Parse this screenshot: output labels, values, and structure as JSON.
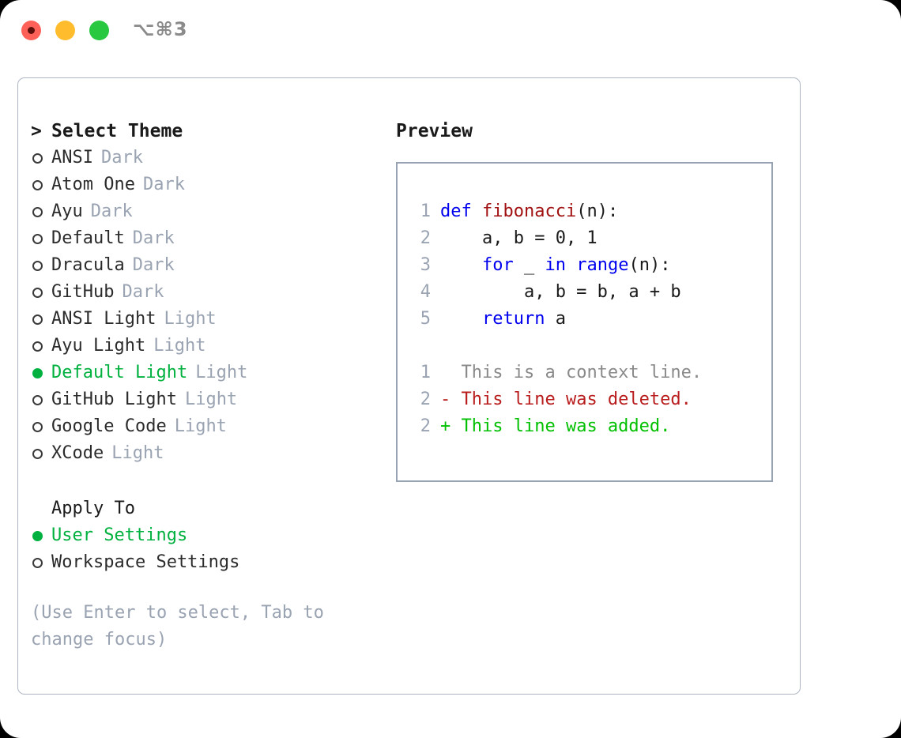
{
  "window": {
    "shortcut": "⌥⌘3",
    "traffic_lights": [
      "close-red",
      "minimize-yellow",
      "zoom-green"
    ]
  },
  "theme_list": {
    "header": "Select Theme",
    "caret": ">",
    "items": [
      {
        "name": "ANSI",
        "tag": "Dark",
        "selected": false
      },
      {
        "name": "Atom One",
        "tag": "Dark",
        "selected": false
      },
      {
        "name": "Ayu",
        "tag": "Dark",
        "selected": false
      },
      {
        "name": "Default",
        "tag": "Dark",
        "selected": false
      },
      {
        "name": "Dracula",
        "tag": "Dark",
        "selected": false
      },
      {
        "name": "GitHub",
        "tag": "Dark",
        "selected": false
      },
      {
        "name": "ANSI Light",
        "tag": "Light",
        "selected": false
      },
      {
        "name": "Ayu Light",
        "tag": "Light",
        "selected": false
      },
      {
        "name": "Default Light",
        "tag": "Light",
        "selected": true
      },
      {
        "name": "GitHub Light",
        "tag": "Light",
        "selected": false
      },
      {
        "name": "Google Code",
        "tag": "Light",
        "selected": false
      },
      {
        "name": "XCode",
        "tag": "Light",
        "selected": false
      }
    ]
  },
  "apply_to": {
    "title": "Apply To",
    "options": [
      {
        "label": "User Settings",
        "selected": true
      },
      {
        "label": "Workspace Settings",
        "selected": false
      }
    ]
  },
  "hint": "(Use Enter to select, Tab to change focus)",
  "preview": {
    "title": "Preview",
    "code_lines": [
      {
        "no": "1",
        "segments": [
          {
            "text": "def ",
            "kind": "keyword"
          },
          {
            "text": "fibonacci",
            "kind": "function"
          },
          {
            "text": "(n):",
            "kind": "plain"
          }
        ]
      },
      {
        "no": "2",
        "segments": [
          {
            "text": "    a, b = 0, 1",
            "kind": "plain"
          }
        ]
      },
      {
        "no": "3",
        "segments": [
          {
            "text": "    ",
            "kind": "plain"
          },
          {
            "text": "for",
            "kind": "keyword"
          },
          {
            "text": " _ ",
            "kind": "plain"
          },
          {
            "text": "in",
            "kind": "keyword"
          },
          {
            "text": " ",
            "kind": "plain"
          },
          {
            "text": "range",
            "kind": "keyword"
          },
          {
            "text": "(n):",
            "kind": "plain"
          }
        ]
      },
      {
        "no": "4",
        "segments": [
          {
            "text": "        a, b = b, a + b",
            "kind": "plain"
          }
        ]
      },
      {
        "no": "5",
        "segments": [
          {
            "text": "    ",
            "kind": "plain"
          },
          {
            "text": "return",
            "kind": "keyword"
          },
          {
            "text": " a",
            "kind": "plain"
          }
        ]
      }
    ],
    "diff_lines": [
      {
        "no": "1",
        "marker": "  ",
        "text": "This is a context line.",
        "kind": "context"
      },
      {
        "no": "2",
        "marker": "- ",
        "text": "This line was deleted.",
        "kind": "deleted"
      },
      {
        "no": "2",
        "marker": "+ ",
        "text": "This line was added.",
        "kind": "added"
      }
    ]
  },
  "colors": {
    "selected_green": "#00b140",
    "muted_gray": "#9aa3b2",
    "keyword_blue": "#0000ee",
    "function_red": "#a11111",
    "diff_deleted": "#b91c1c",
    "diff_added": "#00c000",
    "panel_border": "#aeb6c4",
    "preview_border": "#97a2b2"
  }
}
